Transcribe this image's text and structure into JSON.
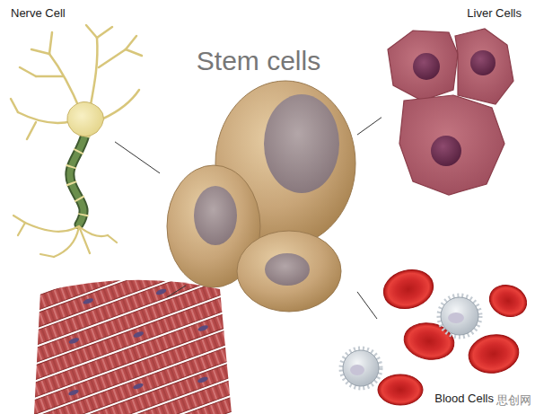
{
  "diagram": {
    "nodes": [
      {
        "text": [
          "Stem cells"
        ]
      },
      {
        "text": [
          "Nerve Cell"
        ]
      },
      {
        "text": [
          "Liver Cells"
        ]
      },
      {
        "text": [
          "Blood Cells"
        ]
      }
    ],
    "edges": [
      {
        "from": 0,
        "to": 1,
        "arrow": "none"
      },
      {
        "from": 0,
        "to": 2,
        "arrow": "none"
      },
      {
        "from": 0,
        "to": 3,
        "arrow": "none"
      }
    ],
    "labels": [
      "思创网"
    ]
  }
}
